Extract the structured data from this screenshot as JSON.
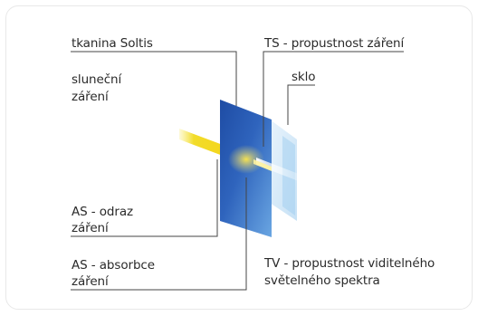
{
  "labels": {
    "fabric": "tkanina Soltis",
    "solar_line1": "sluneční",
    "solar_line2": "záření",
    "reflection_line1": "AS - odraz",
    "reflection_line2": "záření",
    "absorption_line1": "AS - absorbce",
    "absorption_line2": "záření",
    "ts": "TS - propustnost záření",
    "glass": "sklo",
    "tv_line1": "TV - propustnost viditelného",
    "tv_line2": "světelného spektra"
  },
  "colors": {
    "fabric_dark": "#1f4fa8",
    "fabric_light": "#4f8fd6",
    "glass": "#cfe6f8",
    "sun_beam": "#f2dc2a",
    "leader_line": "#444444",
    "text": "#2a2a2a"
  }
}
